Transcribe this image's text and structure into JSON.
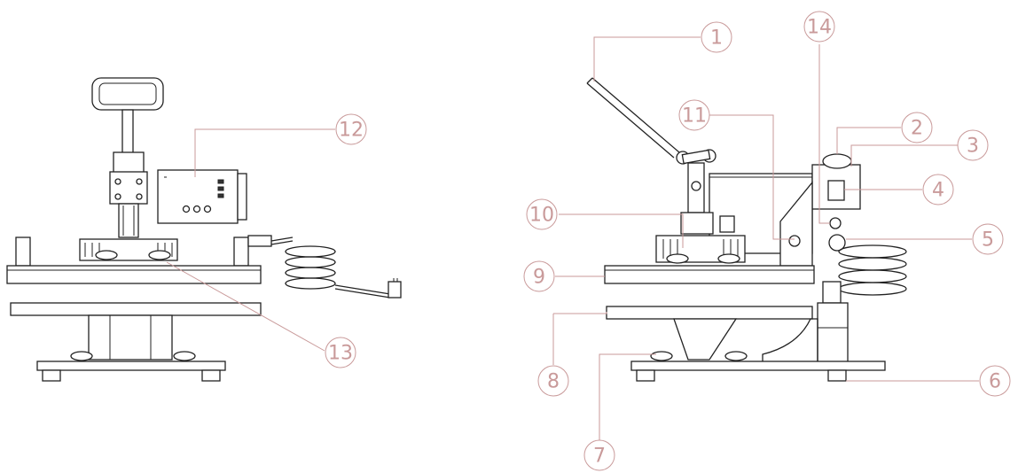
{
  "callouts": {
    "c1": "1",
    "c2": "2",
    "c3": "3",
    "c4": "4",
    "c5": "5",
    "c6": "6",
    "c7": "7",
    "c8": "8",
    "c9": "9",
    "c10": "10",
    "c11": "11",
    "c12": "12",
    "c13": "13",
    "c14": "14"
  },
  "colors": {
    "line": "#222222",
    "callout": "#c99a9a",
    "background": "#ffffff"
  }
}
